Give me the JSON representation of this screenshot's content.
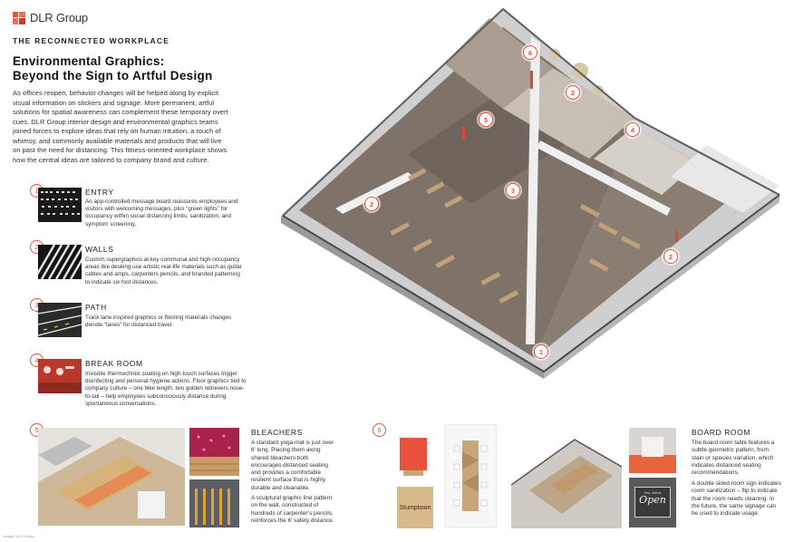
{
  "brand": {
    "name": "DLR Group",
    "accent": "#e8523c"
  },
  "header": {
    "kicker": "THE RECONNECTED WORKPLACE",
    "title_line1": "Environmental Graphics:",
    "title_line2": "Beyond the Sign to Artful Design",
    "intro": "As offices reopen, behavior changes will be helped along by explicit visual information on stickers and signage. More permanent, artful solutions for spatial awareness can complement these temporary overt cues. DLR Group interior design and environmental graphics teams joined forces to explore ideas that rely on human intuition, a touch of whimsy, and commonly available materials and products that will live on past the need for distancing. This fitness-oriented workplace shows how the central ideas are tailored to company brand and culture."
  },
  "items": [
    {
      "num": "1",
      "title": "ENTRY",
      "body": "An app-controlled message board reassures employees and visitors with welcoming messages, plus “green lights” for occupancy within social distancing limits, sanitization, and symptom screening."
    },
    {
      "num": "2",
      "title": "WALLS",
      "body": "Custom supergraphics at key communal and high-occupancy areas like desking use artistic real-life materials such as guitar cables and amps, carpenters pencils, and branded patterning to indicate six foot distances."
    },
    {
      "num": "3",
      "title": "PATH",
      "body": "Track lane inspired graphics or flooring materials changes denote “lanes” for distanced travel."
    },
    {
      "num": "4",
      "title": "BREAK ROOM",
      "body": "Invisible thermochroic coating on high-touch surfaces trigger disinfecting and personal hygiene actions. Floor graphics tied to company culture – one bike length, two golden retrievers nose-to-tail – help employees subconsciously distance during spontaneous conversations."
    }
  ],
  "bleachers": {
    "num": "5",
    "title": "BLEACHERS",
    "p1": "A standard yoga mat is just over 6’ long. Placing them along shared bleachers both encourages distanced seating and provides a comfortable resilient surface that is highly durable and cleanable.",
    "p2": "A sculptural graphic line pattern on the wall, constructed of hundreds of carpenter’s pencils, reinforces the 6’ safety distance."
  },
  "boardroom": {
    "num": "6",
    "title": "BOARD ROOM",
    "p1": "The board room table features a subtle geometric pattern, from stain or species variation, which indicates distanced seating recommendations.",
    "p2": "A double sided room sign indicates room sanitization – flip to indicate that the room needs cleaning. In the future, the same signage can be used to indicate usage.",
    "sign_text": "Stumptown",
    "open_small": "Yes, We're",
    "open_text": "Open"
  },
  "map_badges": [
    "6",
    "2",
    "5",
    "4",
    "3",
    "2",
    "2",
    "1"
  ],
  "credit": "Image: DLR Group"
}
